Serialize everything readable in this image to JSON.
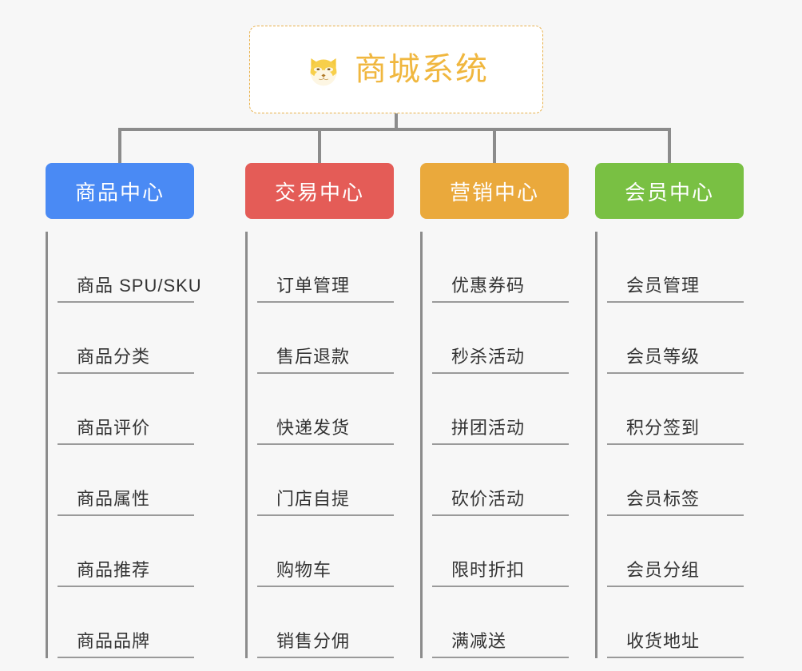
{
  "background_color": "#f7f7f7",
  "root": {
    "title": "商城系统",
    "icon": "shiba-dog-icon",
    "text_color": "#f0b73f",
    "border_color": "#e8b04a"
  },
  "connector_color": "#8c8c8c",
  "columns": [
    {
      "id": "product-center",
      "label": "商品中心",
      "color": "#4a8af4",
      "items": [
        "商品 SPU/SKU",
        "商品分类",
        "商品评价",
        "商品属性",
        "商品推荐",
        "商品品牌"
      ]
    },
    {
      "id": "trade-center",
      "label": "交易中心",
      "color": "#e45c57",
      "items": [
        "订单管理",
        "售后退款",
        "快递发货",
        "门店自提",
        "购物车",
        "销售分佣"
      ]
    },
    {
      "id": "marketing-center",
      "label": "营销中心",
      "color": "#eaa93c",
      "items": [
        "优惠券码",
        "秒杀活动",
        "拼团活动",
        "砍价活动",
        "限时折扣",
        "满减送"
      ]
    },
    {
      "id": "member-center",
      "label": "会员中心",
      "color": "#79c martial"
    }
  ]
}
